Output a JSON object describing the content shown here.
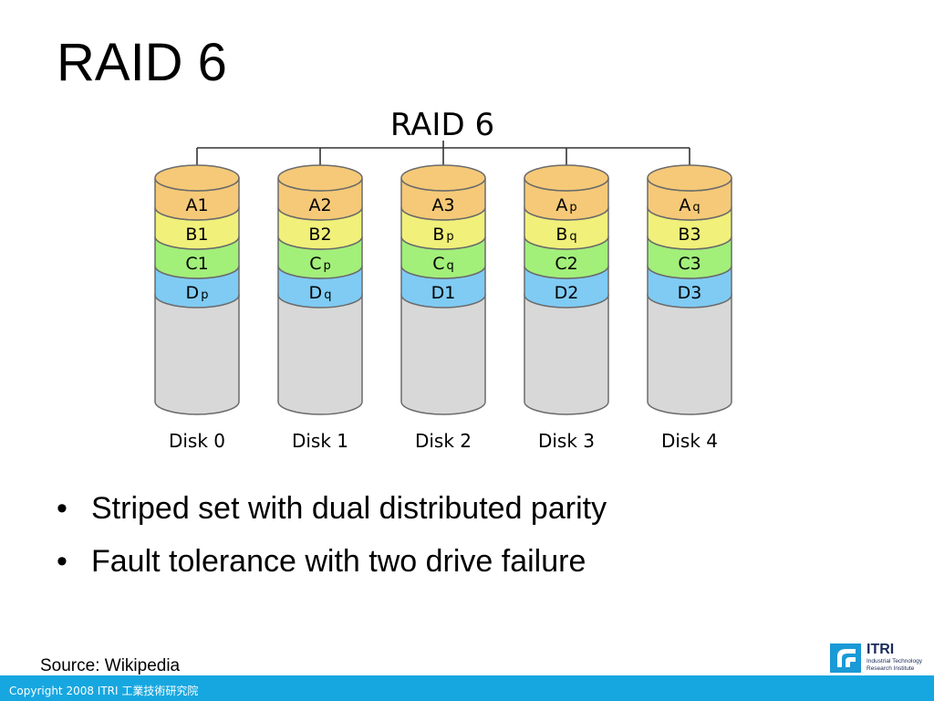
{
  "slide": {
    "title": "RAID 6"
  },
  "diagram": {
    "title": "RAID 6",
    "colors": {
      "A": "#f5c977",
      "B": "#f0f07a",
      "C": "#a2ef7a",
      "D": "#7fcbf4",
      "empty": "#d8d8d8"
    },
    "disks": [
      {
        "label": "Disk 0",
        "blocks": [
          {
            "row": "A",
            "main": "A",
            "sub": "1"
          },
          {
            "row": "B",
            "main": "B",
            "sub": "1"
          },
          {
            "row": "C",
            "main": "C",
            "sub": "1"
          },
          {
            "row": "D",
            "main": "D",
            "sub": "p"
          }
        ]
      },
      {
        "label": "Disk 1",
        "blocks": [
          {
            "row": "A",
            "main": "A",
            "sub": "2"
          },
          {
            "row": "B",
            "main": "B",
            "sub": "2"
          },
          {
            "row": "C",
            "main": "C",
            "sub": "p"
          },
          {
            "row": "D",
            "main": "D",
            "sub": "q"
          }
        ]
      },
      {
        "label": "Disk 2",
        "blocks": [
          {
            "row": "A",
            "main": "A",
            "sub": "3"
          },
          {
            "row": "B",
            "main": "B",
            "sub": "p"
          },
          {
            "row": "C",
            "main": "C",
            "sub": "q"
          },
          {
            "row": "D",
            "main": "D",
            "sub": "1"
          }
        ]
      },
      {
        "label": "Disk 3",
        "blocks": [
          {
            "row": "A",
            "main": "A",
            "sub": "p"
          },
          {
            "row": "B",
            "main": "B",
            "sub": "q"
          },
          {
            "row": "C",
            "main": "C",
            "sub": "2"
          },
          {
            "row": "D",
            "main": "D",
            "sub": "2"
          }
        ]
      },
      {
        "label": "Disk 4",
        "blocks": [
          {
            "row": "A",
            "main": "A",
            "sub": "q"
          },
          {
            "row": "B",
            "main": "B",
            "sub": "3"
          },
          {
            "row": "C",
            "main": "C",
            "sub": "3"
          },
          {
            "row": "D",
            "main": "D",
            "sub": "3"
          }
        ]
      }
    ]
  },
  "bullets": {
    "marker": "•",
    "items": [
      "Striped set with dual distributed parity",
      "Fault tolerance with two drive failure"
    ]
  },
  "source": "Source: Wikipedia",
  "logo": {
    "name": "ITRI",
    "sub_line1": "Industrial Technology",
    "sub_line2": "Research Institute",
    "icon": "itri-logo-icon"
  },
  "footer": {
    "copyright": "Copyright 2008 ITRI 工業技術研究院",
    "bar_color": "#17a7e0"
  }
}
